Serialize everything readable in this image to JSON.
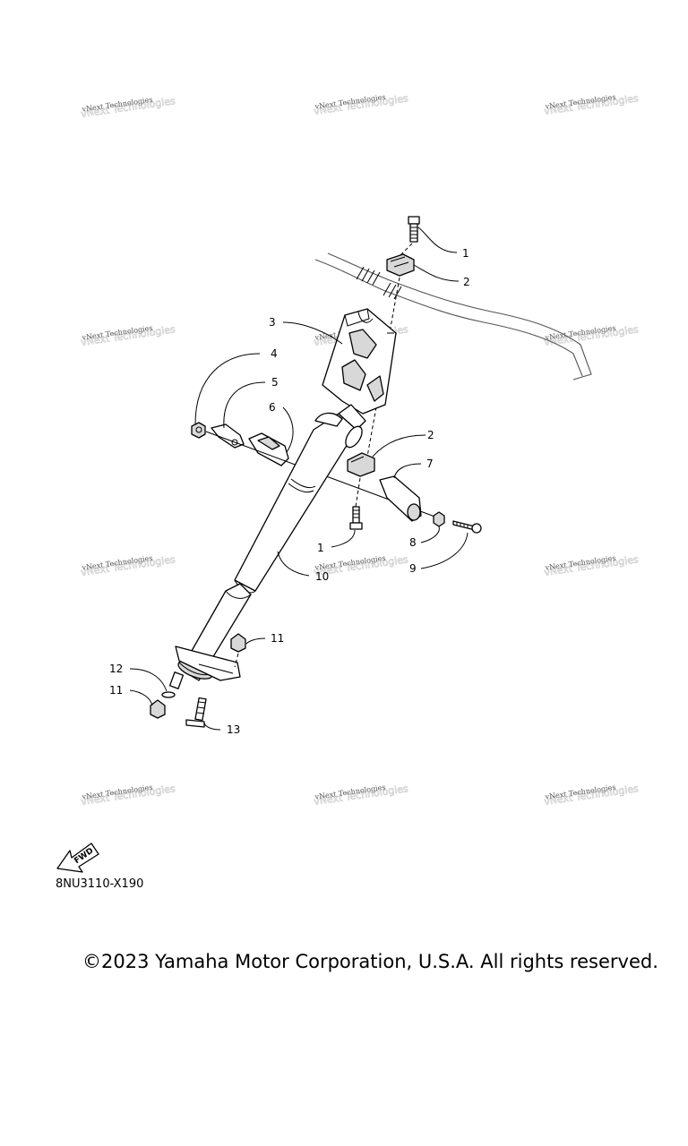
{
  "diagram": {
    "callouts": [
      {
        "id": "c1a",
        "text": "1"
      },
      {
        "id": "c2a",
        "text": "2"
      },
      {
        "id": "c3",
        "text": "3"
      },
      {
        "id": "c4",
        "text": "4"
      },
      {
        "id": "c5",
        "text": "5"
      },
      {
        "id": "c6",
        "text": "6"
      },
      {
        "id": "c2b",
        "text": "2"
      },
      {
        "id": "c7",
        "text": "7"
      },
      {
        "id": "c1b",
        "text": "1"
      },
      {
        "id": "c8",
        "text": "8"
      },
      {
        "id": "c9",
        "text": "9"
      },
      {
        "id": "c10",
        "text": "10"
      },
      {
        "id": "c11a",
        "text": "11"
      },
      {
        "id": "c12",
        "text": "12"
      },
      {
        "id": "c11b",
        "text": "11"
      },
      {
        "id": "c13",
        "text": "13"
      }
    ],
    "fwd_label": "FWD",
    "drawing_code": "8NU3110-X190"
  },
  "watermark": {
    "line1": "vNext Technologies"
  },
  "footer": {
    "copyright": "©2023 Yamaha Motor Corporation, U.S.A. All rights reserved."
  }
}
